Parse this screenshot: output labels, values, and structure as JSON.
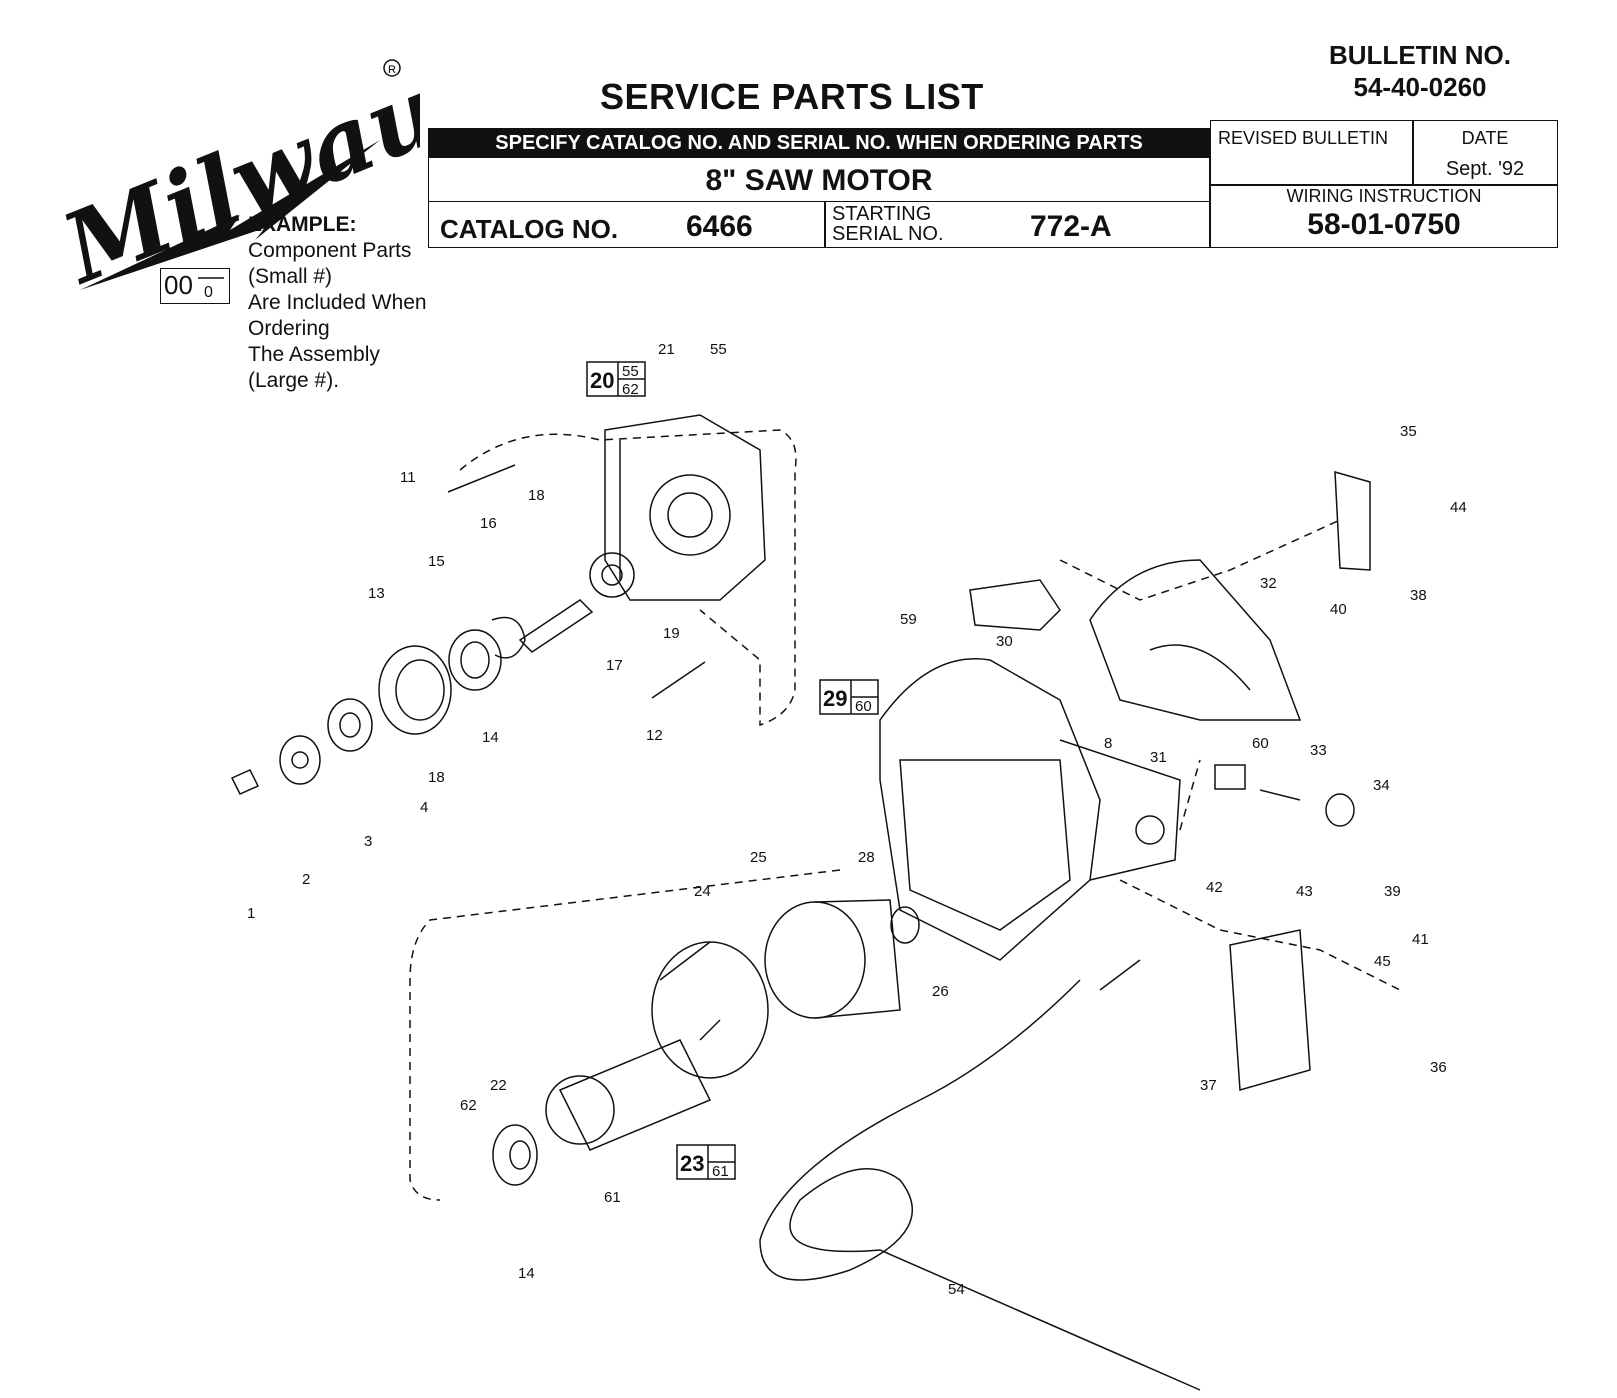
{
  "brand": "Milwaukee",
  "title": "SERVICE PARTS LIST",
  "bulletin": {
    "label": "BULLETIN NO.",
    "number": "54-40-0260"
  },
  "specify_notice": "SPECIFY CATALOG NO. AND SERIAL NO. WHEN ORDERING PARTS",
  "product_name": "8\" SAW MOTOR",
  "catalog": {
    "label": "CATALOG NO.",
    "value": "6466"
  },
  "serial": {
    "label_line1": "STARTING",
    "label_line2": "SERIAL NO.",
    "value": "772-A"
  },
  "revised_bulletin": {
    "label": "REVISED BULLETIN",
    "value": ""
  },
  "date": {
    "label": "DATE",
    "value": "Sept. '92"
  },
  "wiring": {
    "label": "WIRING INSTRUCTION",
    "value": "58-01-0750"
  },
  "example": {
    "title": "EXAMPLE:",
    "lines": [
      "Component Parts",
      "(Small #)",
      "Are Included When",
      "Ordering",
      "The Assembly",
      "(Large #)."
    ],
    "box_large": "00",
    "box_small": "0"
  },
  "assemblies": [
    {
      "number": "20",
      "components": [
        "55",
        "62"
      ]
    },
    {
      "number": "29",
      "components": [
        "",
        "60"
      ]
    },
    {
      "number": "23",
      "components": [
        "",
        "61"
      ]
    }
  ],
  "callouts": [
    "1",
    "2",
    "3",
    "4",
    "8",
    "11",
    "12",
    "13",
    "14",
    "14",
    "15",
    "16",
    "17",
    "18",
    "18",
    "19",
    "21",
    "22",
    "24",
    "25",
    "26",
    "28",
    "30",
    "31",
    "32",
    "33",
    "34",
    "35",
    "36",
    "37",
    "38",
    "39",
    "40",
    "41",
    "42",
    "43",
    "44",
    "45",
    "54",
    "55",
    "59",
    "60",
    "61",
    "62"
  ]
}
